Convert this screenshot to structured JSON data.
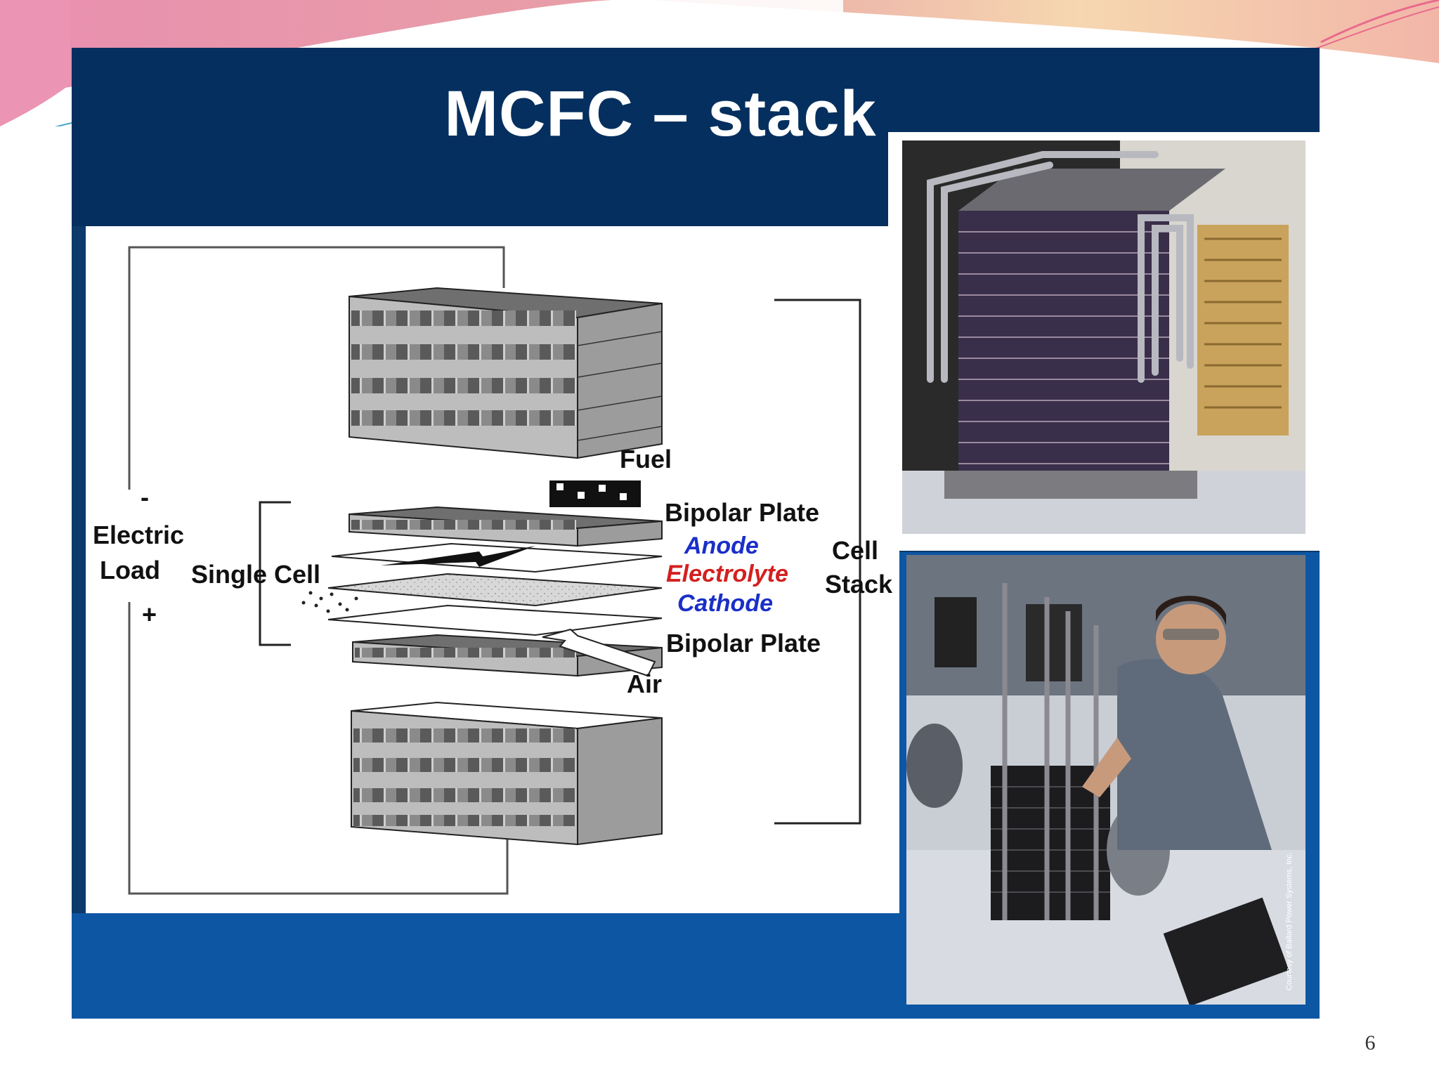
{
  "slide": {
    "title": "MCFC – stack",
    "page_number": "6"
  },
  "diagram": {
    "labels": {
      "minus": "-",
      "electric": "Electric",
      "load": "Load",
      "plus": "+",
      "single_cell": "Single Cell",
      "fuel": "Fuel",
      "bipolar_plate_top": "Bipolar Plate",
      "anode": "Anode",
      "electrolyte": "Electrolyte",
      "cathode": "Cathode",
      "bipolar_plate_bottom": "Bipolar Plate",
      "air": "Air",
      "cell": "Cell",
      "stack": "Stack"
    }
  },
  "photos": {
    "photo_1": "mcfc-stack-photo",
    "photo_2": "technician-assembling-stack-photo",
    "photo_2_credit": "Courtesy of Ballard Power Systems, Inc."
  },
  "colors": {
    "panel": "#042f5e",
    "panel_bottom": "#0d56a3",
    "anode": "#1a2fc8",
    "electrolyte": "#d42020",
    "cathode": "#1a2fc8"
  }
}
